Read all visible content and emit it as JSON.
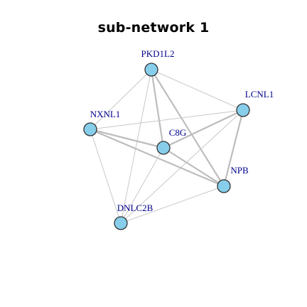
{
  "title": "sub-network  1",
  "colors": {
    "node_fill": "#87CEEB",
    "node_stroke": "#333333",
    "edge": "#c8c8c8",
    "label": "#00008B"
  },
  "nodes": [
    {
      "id": "PKD1L2",
      "label": "PKD1L2"
    },
    {
      "id": "LCNL1",
      "label": "LCNL1"
    },
    {
      "id": "NXNL1",
      "label": "NXNL1"
    },
    {
      "id": "C8G",
      "label": "C8G"
    },
    {
      "id": "NPB",
      "label": "NPB"
    },
    {
      "id": "DNLC2B",
      "label": "DNLC2B"
    }
  ],
  "edges": [
    {
      "source": "PKD1L2",
      "target": "LCNL1",
      "weight": "thin"
    },
    {
      "source": "PKD1L2",
      "target": "NXNL1",
      "weight": "thin"
    },
    {
      "source": "PKD1L2",
      "target": "C8G",
      "weight": "strong"
    },
    {
      "source": "PKD1L2",
      "target": "NPB",
      "weight": "strong"
    },
    {
      "source": "PKD1L2",
      "target": "DNLC2B",
      "weight": "thin"
    },
    {
      "source": "LCNL1",
      "target": "NXNL1",
      "weight": "thin"
    },
    {
      "source": "LCNL1",
      "target": "C8G",
      "weight": "strong"
    },
    {
      "source": "LCNL1",
      "target": "NPB",
      "weight": "strong"
    },
    {
      "source": "LCNL1",
      "target": "DNLC2B",
      "weight": "thin"
    },
    {
      "source": "NXNL1",
      "target": "C8G",
      "weight": "strong"
    },
    {
      "source": "NXNL1",
      "target": "NPB",
      "weight": "strong"
    },
    {
      "source": "NXNL1",
      "target": "DNLC2B",
      "weight": "thin"
    },
    {
      "source": "C8G",
      "target": "NPB",
      "weight": "strong"
    },
    {
      "source": "C8G",
      "target": "DNLC2B",
      "weight": "thin"
    },
    {
      "source": "NPB",
      "target": "DNLC2B",
      "weight": "thin"
    }
  ]
}
